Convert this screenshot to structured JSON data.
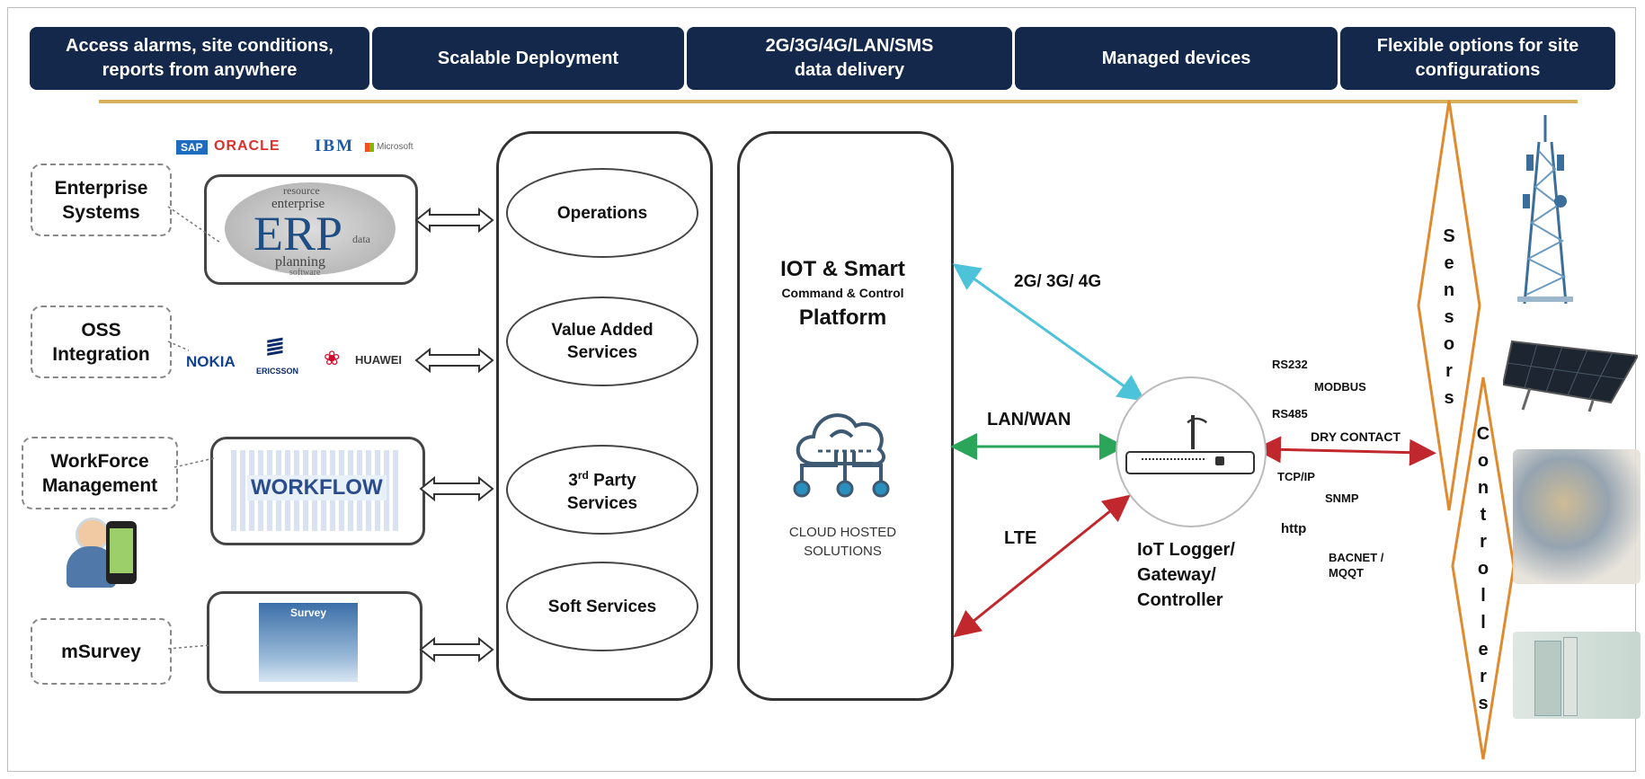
{
  "banners": [
    "Access  alarms, site conditions,\nreports from anywhere",
    "Scalable Deployment",
    "2G/3G/4G/LAN/SMS\ndata delivery",
    "Managed devices",
    "Flexible options for site\nconfigurations"
  ],
  "left_labels": {
    "enterprise": "Enterprise\nSystems",
    "oss": "OSS\nIntegration",
    "workforce": "WorkForce\nManagement",
    "msurvey": "mSurvey"
  },
  "logos": {
    "sap": "SAP",
    "oracle": "ORACLE",
    "ibm": "IBM",
    "microsoft": "Microsoft",
    "nokia": "NOKIA",
    "ericsson": "ERICSSON",
    "huawei": "HUAWEI"
  },
  "erp_image": {
    "main": "ERP",
    "words": [
      "resource",
      "enterprise",
      "planning",
      "data",
      "software"
    ]
  },
  "workflow_image": {
    "main": "WORKFLOW"
  },
  "survey_image": {
    "title": "Survey"
  },
  "services": {
    "operations": "Operations",
    "value_added": "Value Added\nServices",
    "third_party": "3rd Party\nServices",
    "soft": "Soft Services"
  },
  "platform": {
    "title_line1": "IOT & Smart",
    "subtitle": "Command & Control",
    "title_line2": "Platform",
    "cloud_label": "CLOUD HOSTED\nSOLUTIONS"
  },
  "links": {
    "cellular": "2G/ 3G/ 4G",
    "lan": "LAN/WAN",
    "lte": "LTE"
  },
  "gateway": {
    "label": "IoT Logger/\nGateway/\nController"
  },
  "protocols": {
    "rs232": "RS232",
    "modbus": "MODBUS",
    "rs485": "RS485",
    "dry_contact": "DRY CONTACT",
    "tcpip": "TCP/IP",
    "snmp": "SNMP",
    "http": "http",
    "bacnet": "BACNET /\nMQQT"
  },
  "sensors": [
    "S",
    "e",
    "n",
    "s",
    "o",
    "r",
    "s"
  ],
  "controllers": [
    "C",
    "o",
    "n",
    "t",
    "r",
    "o",
    "l",
    "l",
    "e",
    "r",
    "s"
  ],
  "colors": {
    "banner_bg": "#13284a",
    "gold": "#d8b25a",
    "cyan_arrow": "#4cc3d9",
    "green_arrow": "#2aa55a",
    "red_arrow": "#c0282d",
    "diamond": "#e08a30"
  }
}
